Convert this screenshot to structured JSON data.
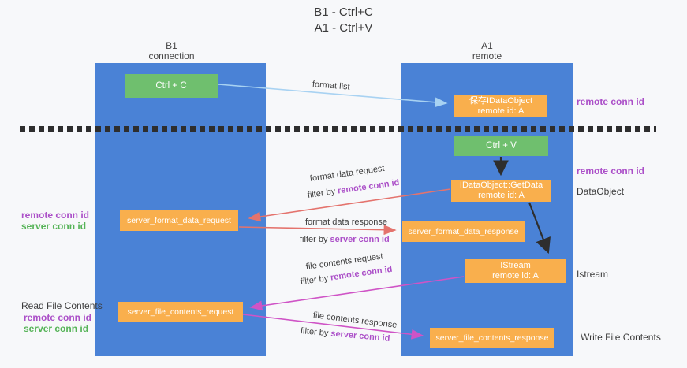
{
  "title": {
    "line1": "B1 - Ctrl+C",
    "line2": "A1 - Ctrl+V"
  },
  "columns": {
    "b1": {
      "header_line1": "B1",
      "header_line2": "connection"
    },
    "a1": {
      "header_line1": "A1",
      "header_line2": "remote"
    }
  },
  "boxes": {
    "ctrl_c": {
      "label": "Ctrl + C"
    },
    "ctrl_v": {
      "label": "Ctrl + V"
    },
    "save_idataobject": {
      "line1": "保存IDataObject",
      "line2": "remote id: A"
    },
    "idataobject_getdata": {
      "line1": "IDataObject::GetData",
      "line2": "remote id: A"
    },
    "istream": {
      "line1": "IStream",
      "line2": "remote id: A"
    },
    "server_format_data_request": {
      "label": "server_format_data_request"
    },
    "server_format_data_response": {
      "label": "server_format_data_response"
    },
    "server_file_contents_request": {
      "label": "server_file_contents_request"
    },
    "server_file_contents_response": {
      "label": "server_file_contents_response"
    }
  },
  "arrow_labels": {
    "format_list": "format list",
    "format_data_request": "format data request",
    "format_data_request_filter_prefix": "filter by ",
    "format_data_request_filter_key": "remote conn id",
    "format_data_response": "format data response",
    "format_data_response_filter_prefix": "filter by ",
    "format_data_response_filter_key": "server conn id",
    "file_contents_request": "file contents request",
    "file_contents_request_filter_prefix": "filter by ",
    "file_contents_request_filter_key": "remote conn id",
    "file_contents_response": "file contents response",
    "file_contents_response_filter_prefix": "filter by ",
    "file_contents_response_filter_key": "server conn id"
  },
  "side_labels": {
    "right_top_remote_conn_id": "remote conn id",
    "right_mid_remote_conn_id": "remote conn id",
    "right_dataobject": "DataObject",
    "right_istream": "Istream",
    "right_write_file_contents": "Write File Contents",
    "left_remote_conn_id_1": "remote conn id",
    "left_server_conn_id_1": "server conn id",
    "left_read_file_contents": "Read File Contents",
    "left_remote_conn_id_2": "remote conn id",
    "left_server_conn_id_2": "server conn id"
  },
  "colors": {
    "column_blue": "#4a82d6",
    "box_orange": "#f9af4d",
    "box_green": "#6fbf6e",
    "purple_text": "#ab4fc8",
    "green_text": "#55b357",
    "dark_text": "#3d3d3d",
    "arrow_red": "#e4736d",
    "arrow_magenta": "#cf54c6",
    "arrow_lightblue": "#a8d2f2",
    "arrow_black": "#2e2e2e",
    "background": "#f7f8fa"
  }
}
